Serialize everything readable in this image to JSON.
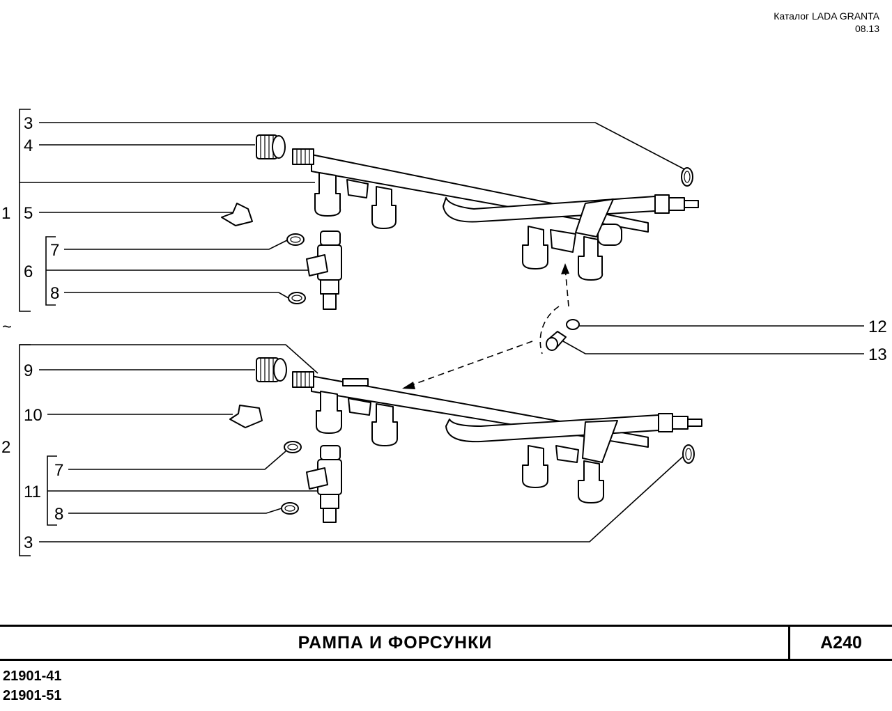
{
  "header": {
    "catalog": "Каталог  LADA  GRANTA",
    "date": "08.13"
  },
  "callouts": {
    "g1": "1",
    "g2": "2",
    "tilde": "~",
    "c3a": "3",
    "c4": "4",
    "c5": "5",
    "c6": "6",
    "c7a": "7",
    "c8a": "8",
    "c9": "9",
    "c10": "10",
    "c11": "11",
    "c7b": "7",
    "c8b": "8",
    "c3b": "3",
    "c12": "12",
    "c13": "13"
  },
  "title": "РАМПА   И   ФОРСУНКИ",
  "code": "А240",
  "models": [
    "21901-41",
    "21901-51"
  ]
}
